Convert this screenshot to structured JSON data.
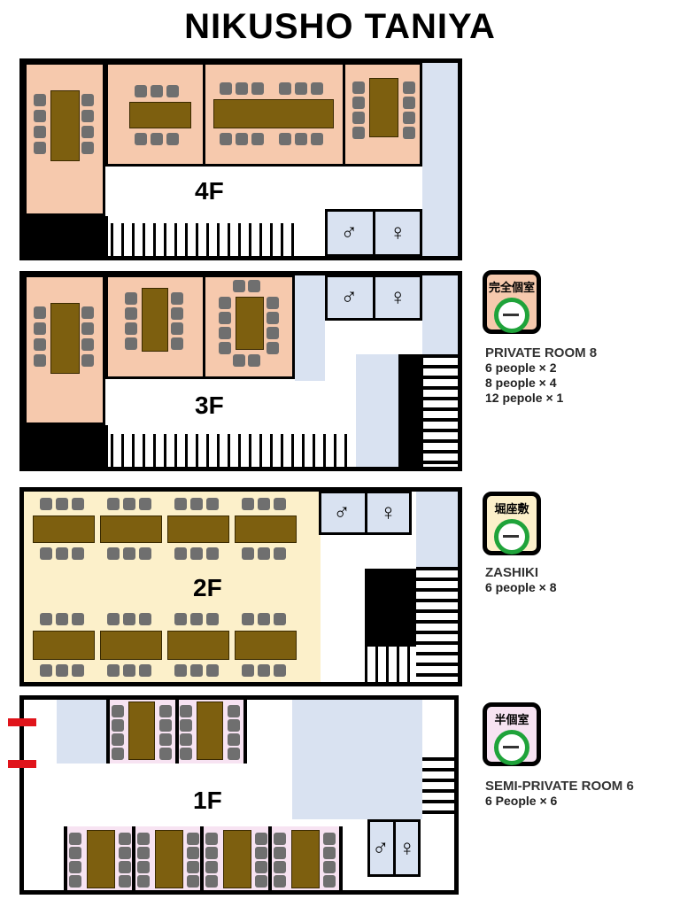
{
  "title": "NIKUSHO TANIYA",
  "floors": {
    "f4": "4F",
    "f3": "3F",
    "f2": "2F",
    "f1": "1F"
  },
  "icons": {
    "men": "men-restroom-icon",
    "women": "women-restroom-icon",
    "smoking": "smoking-ok-icon"
  },
  "legend": [
    {
      "jp": "完全個室",
      "ok": "OK",
      "title": "PRIVATE ROOM 8",
      "lines": [
        "6 people × 2",
        "8 people × 4",
        "12 pepole × 1"
      ],
      "color": "#f6c9ad"
    },
    {
      "jp": "堀座敷",
      "ok": "OK",
      "title": "ZASHIKI",
      "lines": [
        "6 people × 8"
      ],
      "color": "#fcf0ca"
    },
    {
      "jp": "半個室",
      "ok": "OK",
      "title": "SEMI-PRIVATE ROOM 6",
      "lines": [
        "6 People × 6"
      ],
      "color": "#f7e3f2"
    }
  ]
}
